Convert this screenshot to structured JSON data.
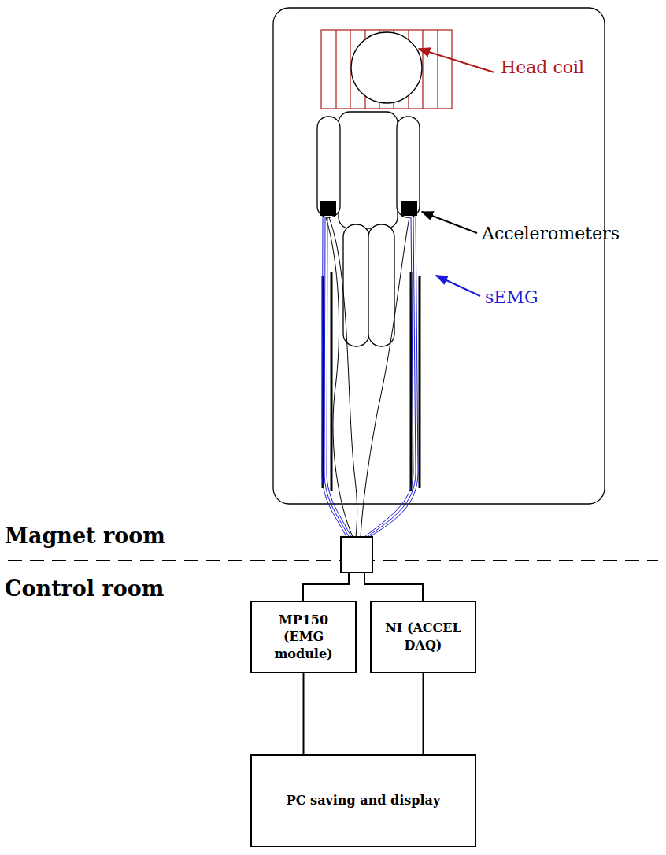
{
  "diagram": {
    "nodes": [
      {
        "text": [
          "MP150 (EMG module)"
        ]
      },
      {
        "text": [
          "NI (ACCEL DAQ)"
        ]
      },
      {
        "text": [
          "PC saving and display"
        ]
      }
    ],
    "edges": [
      {
        "from": 0,
        "to": 2,
        "arrow": "none"
      },
      {
        "from": 1,
        "to": 2,
        "arrow": "none"
      }
    ],
    "labels": [
      "Head coil",
      "Accelerometers",
      "sEMG",
      "Magnet room",
      "Control room"
    ]
  }
}
